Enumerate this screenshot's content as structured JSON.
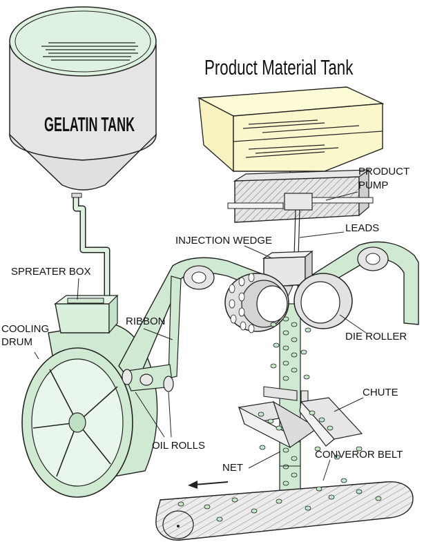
{
  "diagram": {
    "title": "Product Material Tank",
    "labels": {
      "gelatin_tank": "GELATIN TANK",
      "product_pump_line1": "PRODUCT",
      "product_pump_line2": "PUMP",
      "leads": "LEADS",
      "injection_wedge": "INJECTION WEDGE",
      "spreater_box": "SPREATER BOX",
      "cooling_line1": "COOLING",
      "cooling_line2": "DRUM",
      "ribbon": "RIBBON",
      "die_roller": "DIE ROLLER",
      "chute": "CHUTE",
      "oil_rolls": "OIL ROLLS",
      "net": "NET",
      "conveyor_belt": "CONVEROR BELT"
    },
    "colors": {
      "gelatin_green": "#dff2e2",
      "ribbon_green": "#cfe9d3",
      "capsule_green": "#c4e6ca",
      "product_yellow": "#fdfbd5",
      "machine_gray": "#dddddd",
      "outline": "#222222"
    }
  }
}
